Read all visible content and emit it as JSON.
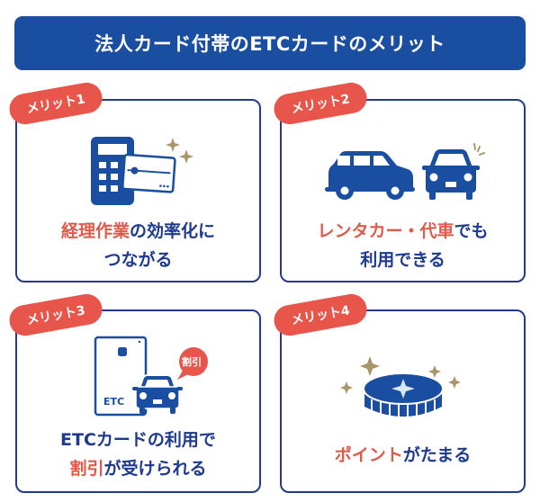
{
  "title": "法人カード付帯のETCカードのメリット",
  "colors": {
    "navy": "#1a4ea1",
    "border": "#253a8e",
    "tag_red": "#e8554a",
    "highlight": "#e05a4a",
    "gold": "#a8966a"
  },
  "cards": [
    {
      "tag": "メリット1",
      "icon": "calculator-card-icon",
      "line1_highlight": "経理作業",
      "line1_rest": "の効率化に",
      "line2_highlight": "",
      "line2_rest": "つながる"
    },
    {
      "tag": "メリット2",
      "icon": "cars-icon",
      "line1_highlight": "レンタカー・代車",
      "line1_rest": "でも",
      "line2_highlight": "",
      "line2_rest": "利用できる"
    },
    {
      "tag": "メリット3",
      "icon": "etc-card-car-icon",
      "icon_card_label": "ETC",
      "icon_bubble_label": "割引",
      "line1_highlight": "",
      "line1_rest": "ETCカードの利用で",
      "line2_highlight": "割引",
      "line2_rest": "が受けられる"
    },
    {
      "tag": "メリット4",
      "icon": "coin-sparkle-icon",
      "line1_highlight": "ポイント",
      "line1_rest": "がたまる"
    }
  ]
}
